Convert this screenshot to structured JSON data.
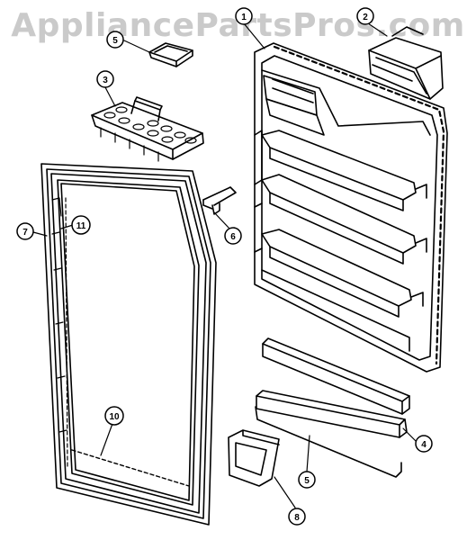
{
  "watermark": "AppliancePartsPros.com",
  "callouts": [
    {
      "id": "c1",
      "label": "1"
    },
    {
      "id": "c2",
      "label": "2"
    },
    {
      "id": "c3",
      "label": "3"
    },
    {
      "id": "c4",
      "label": "4"
    },
    {
      "id": "c5a",
      "label": "5"
    },
    {
      "id": "c5b",
      "label": "5"
    },
    {
      "id": "c6",
      "label": "6"
    },
    {
      "id": "c7",
      "label": "7"
    },
    {
      "id": "c8",
      "label": "8"
    },
    {
      "id": "c10",
      "label": "10"
    },
    {
      "id": "c11",
      "label": "11"
    }
  ]
}
